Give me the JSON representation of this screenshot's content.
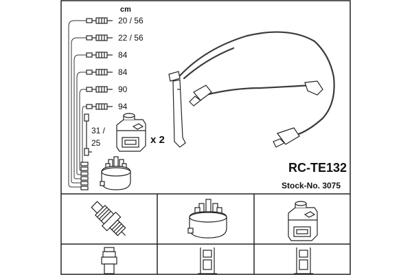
{
  "unit_label": "cm",
  "lead_lengths": [
    {
      "label": "20 / 56"
    },
    {
      "label": "22 / 56"
    },
    {
      "label": "84"
    },
    {
      "label": "84"
    },
    {
      "label": "90"
    },
    {
      "label": "94"
    }
  ],
  "coil_lead": {
    "label_line1": "31 /",
    "label_line2": "25"
  },
  "multiplier": "x 2",
  "product": {
    "code": "RC-TE132",
    "stock": "Stock-No. 3075"
  },
  "colors": {
    "ink": "#222222",
    "background": "#ffffff"
  },
  "icons": {
    "coil": "ignition-coil-icon",
    "cap": "distributor-cap-icon",
    "plug": "spark-plug-icon"
  }
}
